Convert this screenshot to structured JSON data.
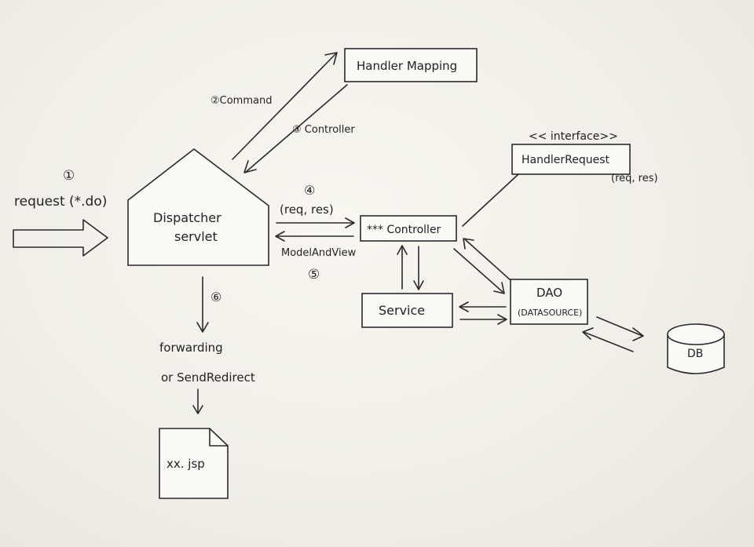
{
  "labels": {
    "step1": "①",
    "request": "request (*.do)",
    "dispatcher_line1": "Dispatcher",
    "dispatcher_line2": "servlet",
    "step2_command": "②Command",
    "step3_controller": "③ Controller",
    "handler_mapping": "Handler Mapping",
    "step4": "④",
    "req_res": "(req, res)",
    "model_and_view": "ModelAndView",
    "step5": "⑤",
    "controller": "*** Controller",
    "interface_stereotype": "<< interface>>",
    "handler_request": "HandlerRequest",
    "handler_request_params": "(req, res)",
    "service": "Service",
    "dao": "DAO",
    "datasource": "(DATASOURCE)",
    "db": "DB",
    "step6": "⑥",
    "forwarding": "forwarding",
    "send_redirect": "or SendRedirect",
    "jsp": "xx. jsp"
  }
}
